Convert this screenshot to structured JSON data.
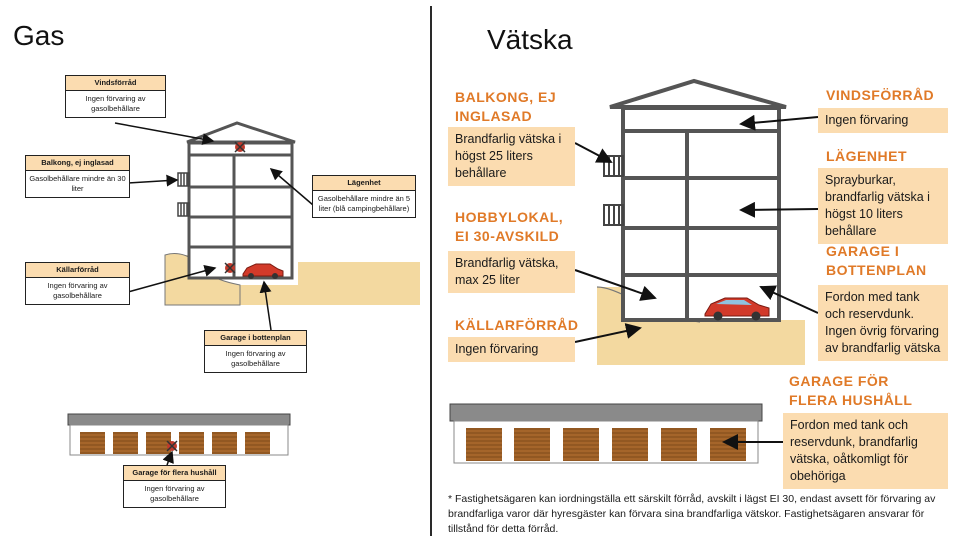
{
  "gas": {
    "heading": "Gas",
    "vindsforrad": {
      "title": "Vindsförråd",
      "text": "Ingen förvaring av gasolbehållare"
    },
    "balkong": {
      "title": "Balkong, ej inglasad",
      "text": "Gasolbehållare mindre än 30 liter"
    },
    "lagenhet": {
      "title": "Lägenhet",
      "text": "Gasolbehållare mindre än 5 liter (blå campingbehållare)"
    },
    "kallarforrad": {
      "title": "Källarförråd",
      "text": "Ingen förvaring av gasolbehållare"
    },
    "garage_bottenplan": {
      "title": "Garage i bottenplan",
      "text": "Ingen förvaring av gasolbehållare"
    },
    "garage_flera": {
      "title": "Garage för flera hushåll",
      "text": "Ingen förvaring av gasolbehållare"
    }
  },
  "vatska": {
    "heading": "Vätska",
    "balkong": {
      "title": "BALKONG, EJ INGLASAD",
      "text": "Brandfarlig vätska i högst 25 liters behållare"
    },
    "hobbylokal": {
      "title": "HOBBYLOKAL, EI 30-AVSKILD",
      "text": "Brandfarlig vätska, max 25 liter"
    },
    "kallarforrad": {
      "title": "KÄLLARFÖRRÅD",
      "text": "Ingen förvaring"
    },
    "vindsforrad": {
      "title": "VINDSFÖRRÅD",
      "text": "Ingen förvaring"
    },
    "lagenhet": {
      "title": "LÄGENHET",
      "text": "Sprayburkar, brandfarlig vätska i högst 10 liters behållare"
    },
    "garage_bottenplan": {
      "title": "GARAGE I BOTTENPLAN",
      "text": "Fordon med tank och reservdunk. Ingen övrig förvaring av brandfarlig vätska"
    },
    "garage_flera": {
      "title": "GARAGE FÖR FLERA HUSHÅLL",
      "text": "Fordon med tank och reservdunk, brandfarlig vätska, oåtkomligt för obehöriga"
    },
    "footnote": "* Fastighetsägaren kan iordningställa ett särskilt förråd, avskilt i lägst EI 30, endast avsett för förvaring av brandfarliga varor där hyresgäster kan förvara sina brandfarliga vätskor. Fastighetsägaren ansvarar för tillstånd för detta förråd."
  },
  "colors": {
    "accent_orange": "#e07a28",
    "box_fill": "#fbdcb0",
    "ground": "#f3d9a0",
    "garage_door": "#a5652a",
    "car": "#d23a2a"
  }
}
